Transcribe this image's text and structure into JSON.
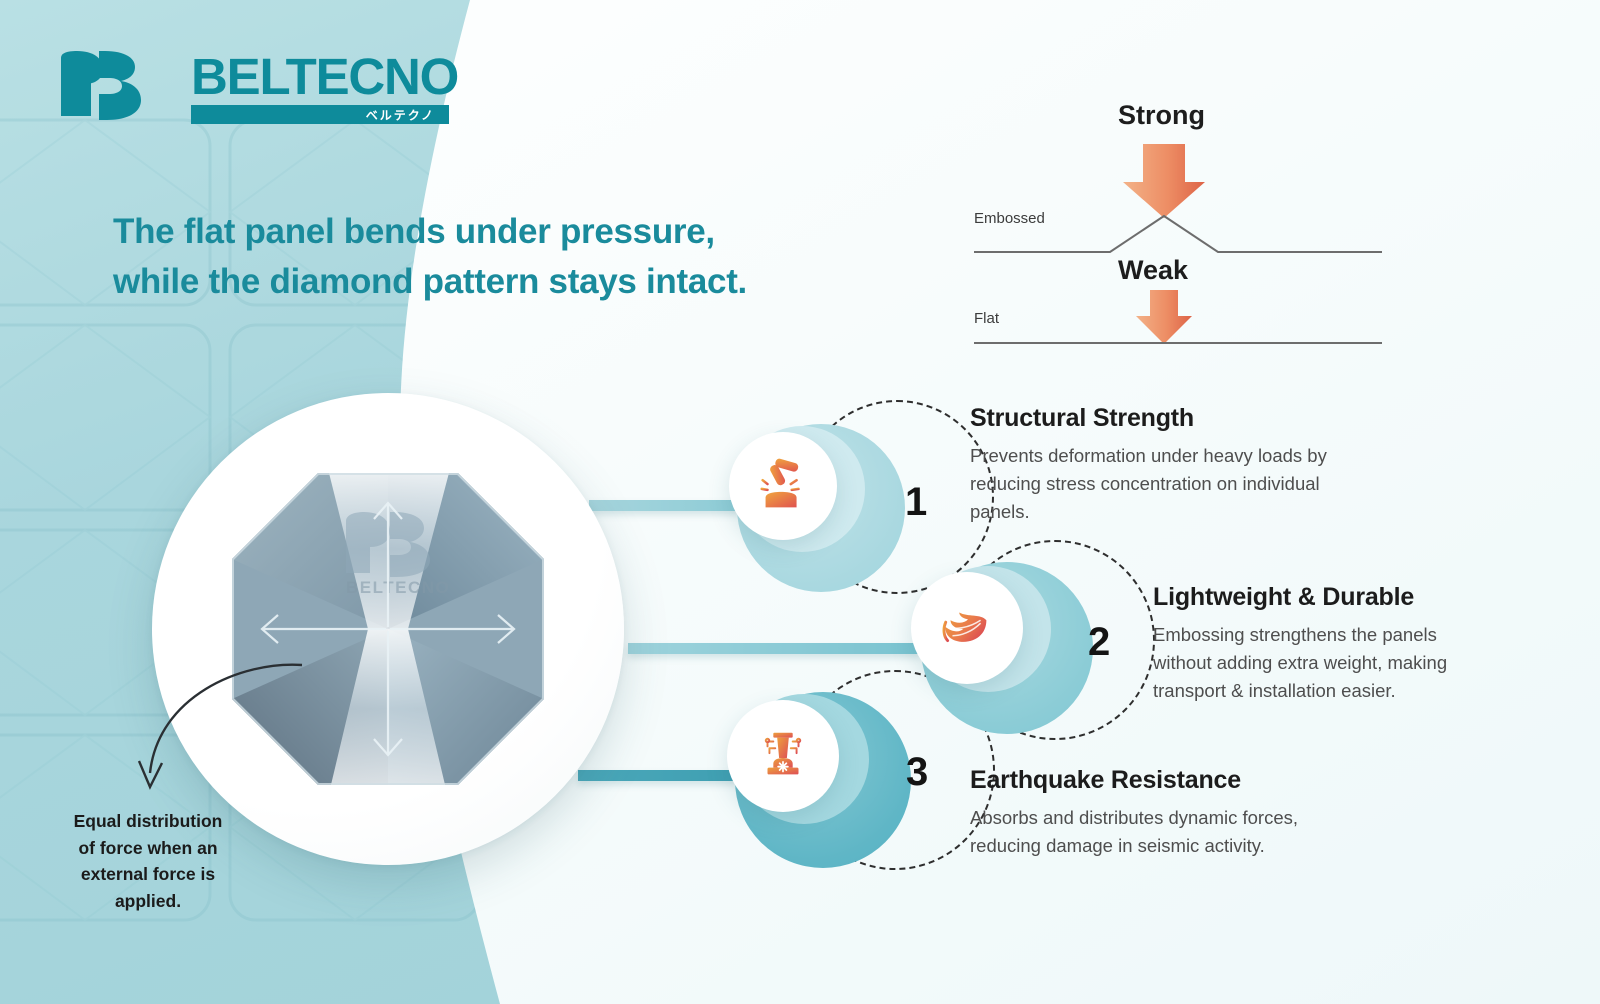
{
  "brand": {
    "logo_word": "BELTECNO",
    "logo_kana": "ベルテクノ",
    "logo_mark_icon": "beltecno-b-mark-icon",
    "brand_teal": "#0e8b9b"
  },
  "headline": {
    "line1": "The flat panel bends under pressure,",
    "line2": "while the diamond pattern stays intact.",
    "color": "#1a8b9c"
  },
  "diagram": {
    "strong_label": "Strong",
    "weak_label": "Weak",
    "embossed_label": "Embossed",
    "flat_label": "Flat",
    "arrow_color_light": "#f2aa7e",
    "arrow_color_dark": "#de6a4c",
    "line_color": "#6d6d6d"
  },
  "hero": {
    "panel_logo_word": "BELTECNO",
    "panel_icon": "embossed-octagon-panel-icon",
    "arrows": [
      "up",
      "down",
      "left",
      "right"
    ]
  },
  "caption": {
    "text": "Equal distribution of force when an external force is applied.",
    "line1": "Equal distribution",
    "line2": "of force when an",
    "line3": "external force is",
    "line4": "applied.",
    "arrow_icon": "curved-down-arrow-icon"
  },
  "features": [
    {
      "number": "1",
      "title": "Structural Strength",
      "body": "Prevents deformation under heavy loads by reducing stress concentration on individual panels.",
      "icon": "hammer-anvil-icon",
      "ring_color": "#a9d8e0"
    },
    {
      "number": "2",
      "title": "Lightweight & Durable",
      "body": "Embossing strengthens the panels without adding extra weight, making transport & installation easier.",
      "icon": "feather-icon",
      "ring_color": "#8bccd6"
    },
    {
      "number": "3",
      "title": "Earthquake Resistance",
      "body": "Absorbs and distributes dynamic forces, reducing damage in seismic activity.",
      "icon": "seismic-pylon-icon",
      "ring_color": "#5fb6c6"
    }
  ],
  "palette": {
    "background_teal": "#a8d5dc",
    "background_light": "#f4fbfb",
    "connector_teal": "#79c3d0",
    "text_dark": "#1c1c1c",
    "text_body": "#4e4e4e"
  }
}
